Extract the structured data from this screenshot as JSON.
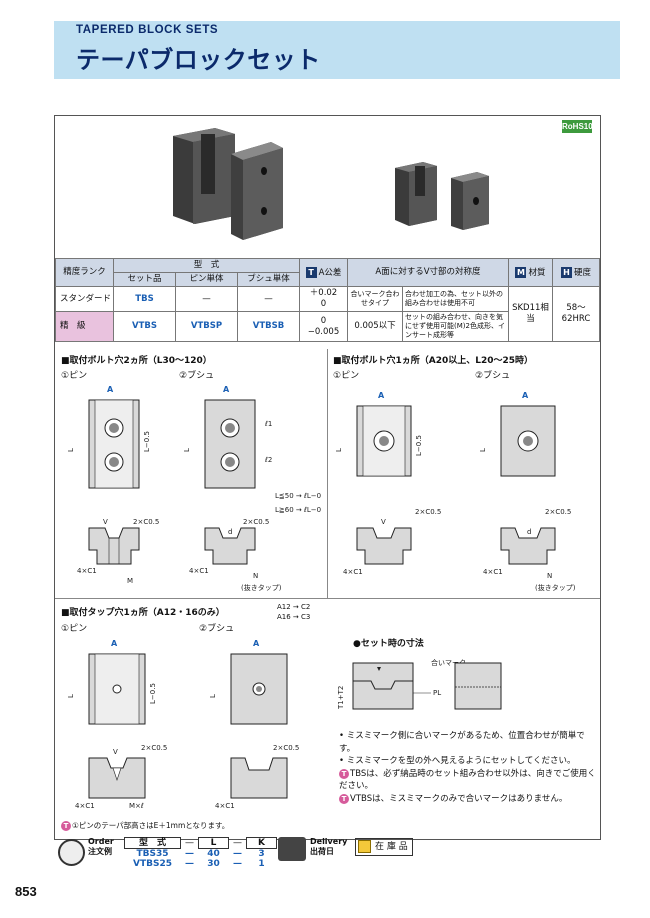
{
  "header": {
    "title_en": "TAPERED BLOCK SETS",
    "title_ja": "テーパブロックセット"
  },
  "rohs": "RoHS10",
  "spec": {
    "h_rank": "精度ランク",
    "h_type": "型　式",
    "h_set": "セット品",
    "h_pin": "ピン単体",
    "h_bush": "ブシュ単体",
    "h_tol": "A公差",
    "h_sym": "A面に対するV寸部の対称度",
    "h_mat": "材質",
    "h_hard": "硬度",
    "icon_t": "T",
    "icon_m": "M",
    "icon_h": "H",
    "r1_rank": "スタンダード",
    "r1_set": "TBS",
    "r1_pin": "—",
    "r1_bush": "—",
    "r1_tol_a": "＋0.02",
    "r1_tol_b": "0",
    "r1_sym": "合いマーク合わせタイプ",
    "r1_note": "合わせ加工の為、セット以外の組み合わせは使用不可",
    "r2_rank": "精　級",
    "r2_set": "VTBS",
    "r2_pin": "VTBSP",
    "r2_bush": "VTBSB",
    "r2_tol_a": "0",
    "r2_tol_b": "−0.005",
    "r2_sym": "0.005以下",
    "r2_note": "セットの組み合わせ、向きを気にせず使用可能(M)2色成形、インサート成形等",
    "mat": "SKD11相当",
    "hard": "58〜62HRC"
  },
  "sections": {
    "s1": "■取付ボルト穴2ヵ所（L30〜120）",
    "s2": "■取付ボルト穴1ヵ所（A20以上、L20〜25時）",
    "s3": "■取付タップ穴1ヵ所（A12・16のみ）",
    "pin": "①ピン",
    "bush": "②ブシュ",
    "a12": "A12 → C2",
    "a16": "A16 → C3",
    "setting": "●セット時の寸法"
  },
  "notes": [
    "• ミスミマーク側に合いマークがあるため、位置合わせが簡単です。",
    "• ミスミマークを型の外へ見えるようにセットしてください。",
    "TBSは、必ず納品時のセット組み合わせ以外は、向きでご使用ください。",
    "VTBSは、ミスミマークのみで合いマークはありません。"
  ],
  "pin_note": "①ピンのテーパ部高さはE＋1mmとなります。",
  "order": {
    "label_en": "Order",
    "label_ja": "注文例",
    "h_type": "型　式",
    "h_l": "L",
    "h_k": "K",
    "rows": [
      {
        "type": "TBS35",
        "l": "40",
        "k": "3"
      },
      {
        "type": "VTBS25",
        "l": "30",
        "k": "1"
      }
    ],
    "dash": "—",
    "delivery_en": "Delivery",
    "delivery_ja": "出荷日",
    "stock": "在 庫 品"
  },
  "page_number": "853"
}
